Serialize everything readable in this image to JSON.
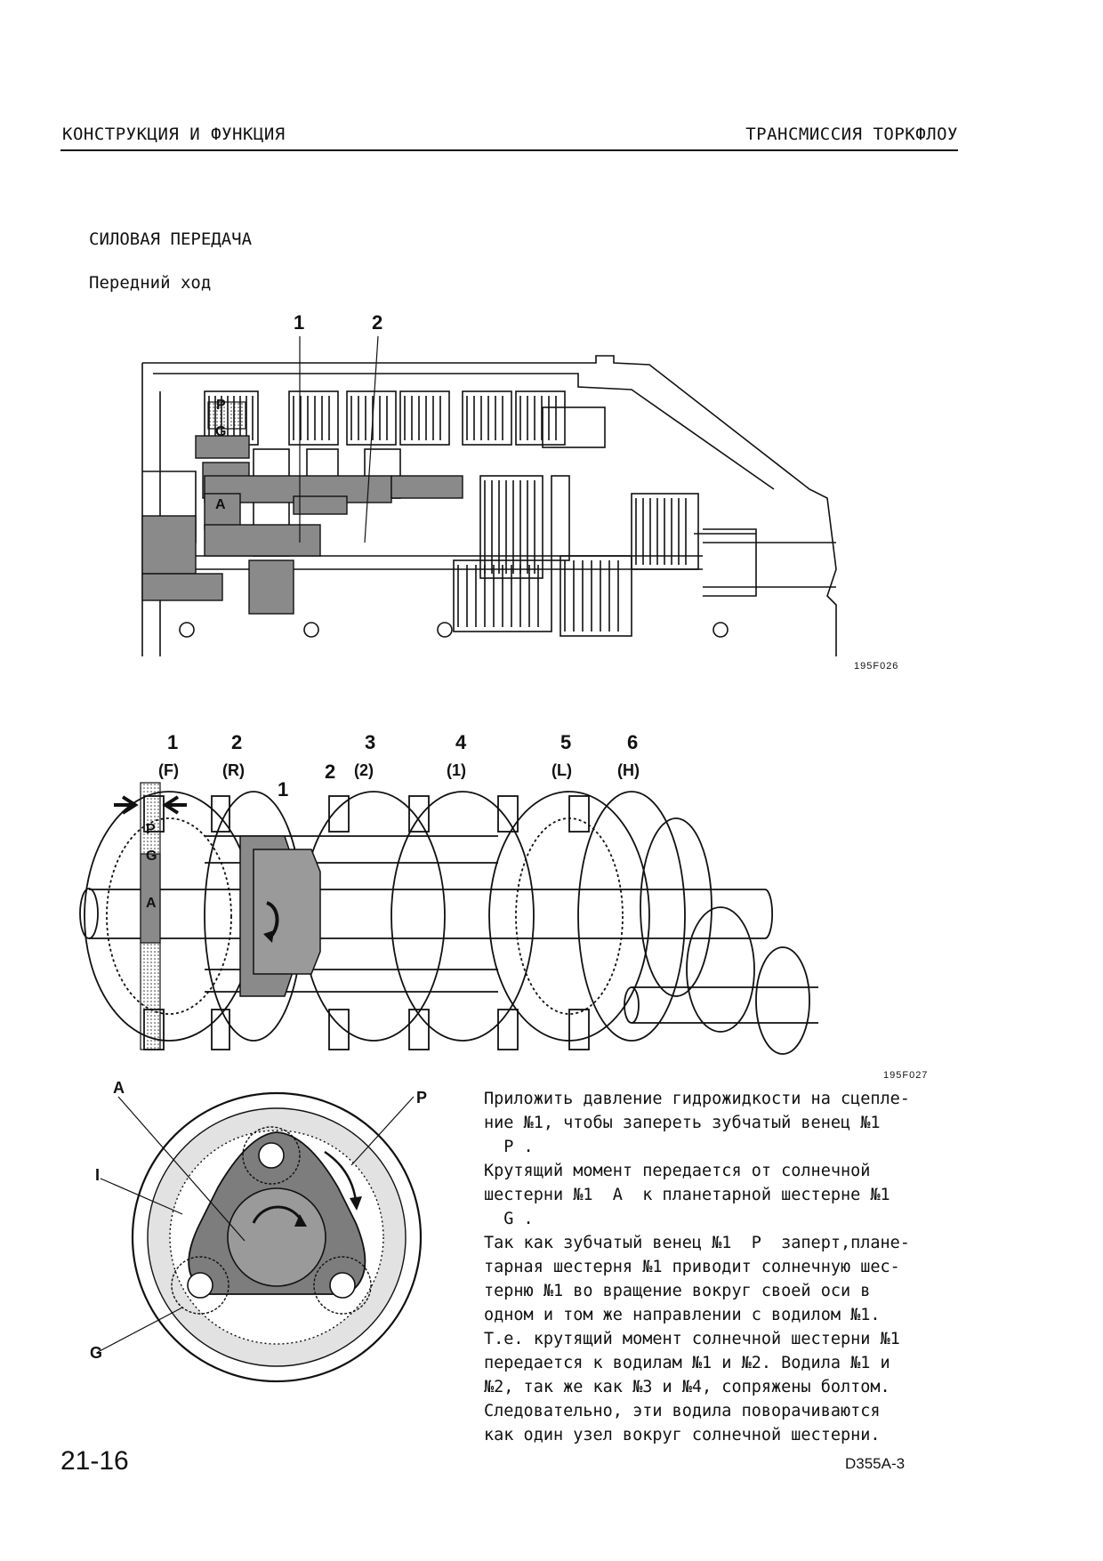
{
  "header": {
    "left": "КОНСТРУКЦИЯ И ФУНКЦИЯ",
    "right": "ТРАНСМИССИЯ ТОРКФЛОУ"
  },
  "section": {
    "title": "СИЛОВАЯ ПЕРЕДАЧА",
    "subtitle": "Передний ход"
  },
  "figure1": {
    "callouts": [
      "1",
      "2"
    ],
    "part_labels": [
      "P",
      "G",
      "A"
    ],
    "code": "195F026"
  },
  "figure2": {
    "top_numbers": [
      "1",
      "2",
      "3",
      "4",
      "5",
      "6"
    ],
    "top_modes": [
      "(F)",
      "(R)",
      "(2)",
      "(1)",
      "(L)",
      "(H)"
    ],
    "inner_callouts": [
      "1",
      "2"
    ],
    "part_labels": [
      "P",
      "G",
      "A"
    ],
    "code": "195F027"
  },
  "figure3": {
    "labels": {
      "A": "A",
      "P": "P",
      "I": "I",
      "G": "G"
    }
  },
  "text": {
    "lines": [
      "Приложить давление гидрожидкости на сцепле-",
      "ние №1, чтобы запереть зубчатый венец №1",
      "  P .",
      "Крутящий момент передается от солнечной",
      "шестерни №1  A  к планетарной шестерне №1",
      "  G .",
      "Так как зубчатый венец №1  P  заперт,плане-",
      "тарная шестерня №1 приводит солнечную шес-",
      "терню №1 во вращение вокруг своей оси в",
      "одном и том же направлении с водилом №1.",
      "Т.е. крутящий момент солнечной шестерни №1",
      "передается к водилам №1 и №2. Водила №1 и",
      "№2, так же как №3 и №4, сопряжены болтом.",
      "Следовательно, эти водила поворачиваются",
      "как один узел вокруг солнечной шестерни."
    ]
  },
  "footer": {
    "page": "21-16",
    "model": "D355A-3"
  }
}
